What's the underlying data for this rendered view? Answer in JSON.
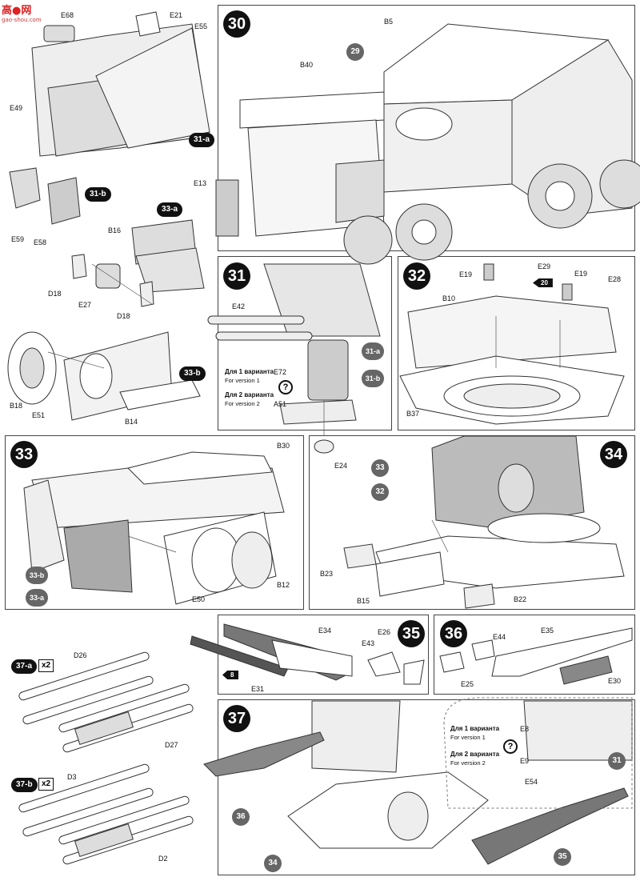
{
  "watermark": {
    "line1": "高●网",
    "line2": "gao-shou.com"
  },
  "steps": {
    "s30": "30",
    "s31": "31",
    "s32": "32",
    "s33": "33",
    "s34": "34",
    "s35": "35",
    "s36": "36",
    "s37": "37"
  },
  "subassemblies": {
    "a31a": "31-a",
    "a31b": "31-b",
    "a33a": "33-a",
    "a33b": "33-b",
    "a37a": "37-a",
    "a37b": "37-b"
  },
  "multipliers": {
    "m37a": "x2",
    "m37b": "x2"
  },
  "refs": {
    "r29": "29",
    "r31a": "31-a",
    "r31b": "31-b",
    "r33": "33",
    "r32": "32",
    "r33b": "33-b",
    "r33a": "33-a",
    "r36": "36",
    "r34": "34",
    "r35": "35",
    "r31": "31",
    "arrow20": "20",
    "arrow8": "8"
  },
  "parts": {
    "E68": "E68",
    "E21": "E21",
    "E55": "E55",
    "E49": "E49",
    "E59": "E59",
    "E58": "E58",
    "B16": "B16",
    "D18a": "D18",
    "D18b": "D18",
    "E27": "E27",
    "B18": "B18",
    "E51": "E51",
    "B14": "B14",
    "B5": "B5",
    "B40": "B40",
    "E13": "E13",
    "E42": "E42",
    "E72": "E72",
    "A51": "A51",
    "E24": "E24",
    "E19a": "E19",
    "E29": "E29",
    "E19b": "E19",
    "E28": "E28",
    "B10": "B10",
    "B37": "B37",
    "B30": "B30",
    "E50": "E50",
    "B12": "B12",
    "B23": "B23",
    "B15": "B15",
    "B22": "B22",
    "E34": "E34",
    "E43": "E43",
    "E26": "E26",
    "E31": "E31",
    "E44": "E44",
    "E35": "E35",
    "E25": "E25",
    "E30": "E30",
    "D26": "D26",
    "D27": "D27",
    "D3": "D3",
    "D2": "D2",
    "E8": "E8",
    "E9": "E9",
    "E54": "E54"
  },
  "versions": {
    "v1_ru": "Для 1 варианта",
    "v1_en": "For version 1",
    "v2_ru": "Для 2 варианта",
    "v2_en": "For version 2",
    "q": "?"
  }
}
